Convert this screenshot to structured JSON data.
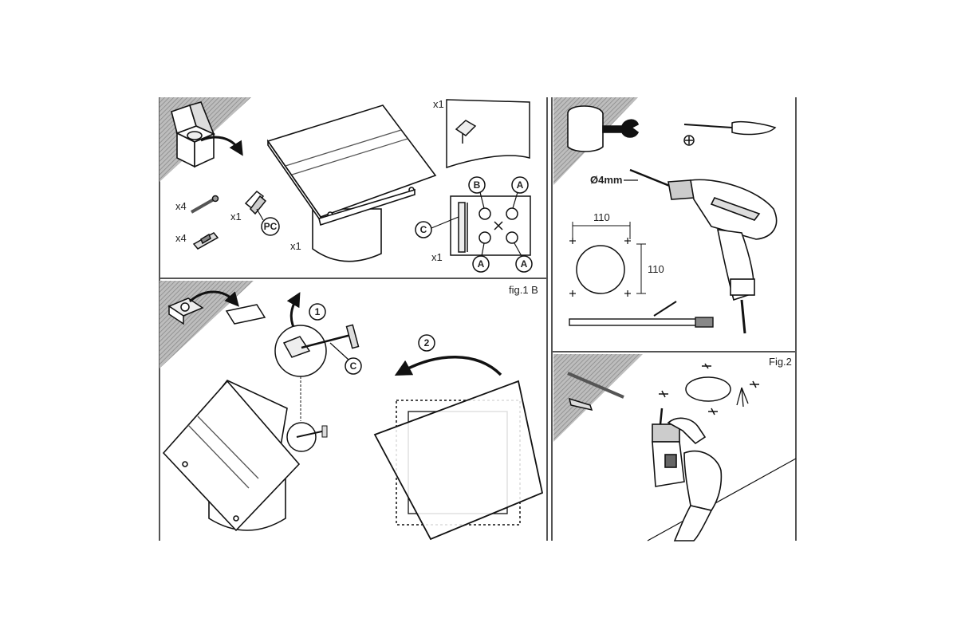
{
  "panel_top_left": {
    "qty_screws": "x4",
    "qty_plugs": "x4",
    "qty_clip": "x1",
    "part_pc": "PC",
    "qty_fan": "x1",
    "qty_template": "x1",
    "qty_mount": "x1",
    "part_a": "A",
    "part_b": "B",
    "part_c": "C"
  },
  "panel_bottom_left": {
    "fig_label": "fig.1 B",
    "step_1": "1",
    "step_2": "2",
    "part_c": "C"
  },
  "panel_top_right": {
    "drill_label": "Ø4mm",
    "dim_width": "110",
    "dim_height": "110"
  },
  "panel_bottom_right": {
    "fig_label": "Fig.2"
  }
}
